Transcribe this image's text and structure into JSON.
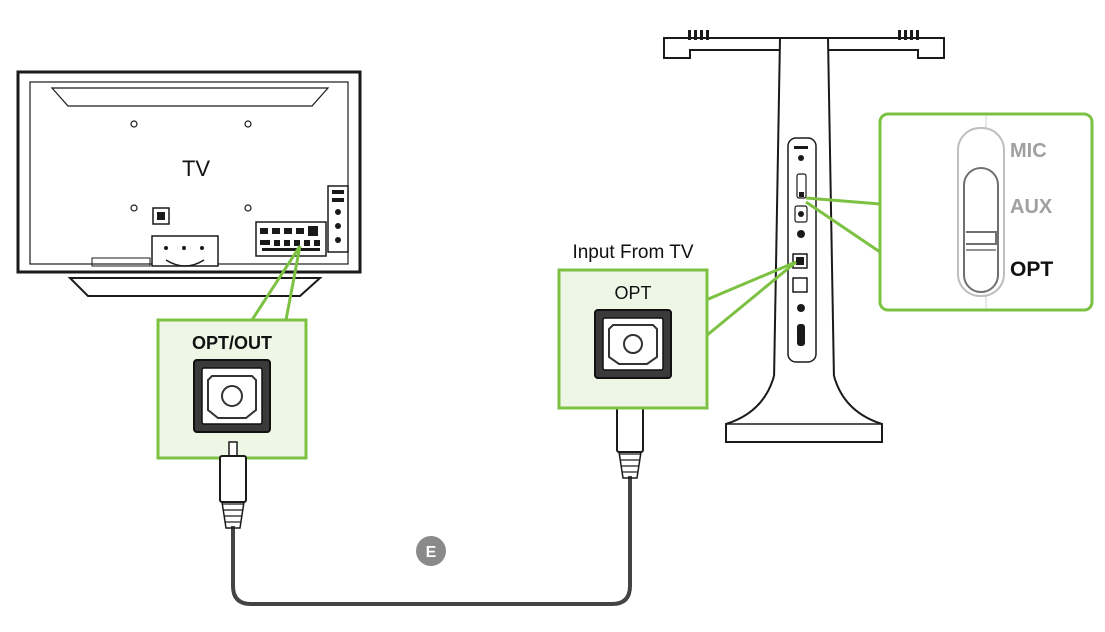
{
  "tv": {
    "label": "TV"
  },
  "tv_port": {
    "label": "OPT/OUT"
  },
  "stand_port": {
    "caption": "Input From TV",
    "label": "OPT"
  },
  "cable": {
    "marker": "E"
  },
  "switch": {
    "options": [
      "MIC",
      "AUX",
      "OPT"
    ],
    "selected": "OPT"
  },
  "colors": {
    "highlight": "#7cc142",
    "highlight_fill": "#eef7e6",
    "outline": "#1a1a1a",
    "switch_inactive_text": "#a0a0a0",
    "switch_active_text": "#111111",
    "marker_fill": "#8a8a8a"
  }
}
